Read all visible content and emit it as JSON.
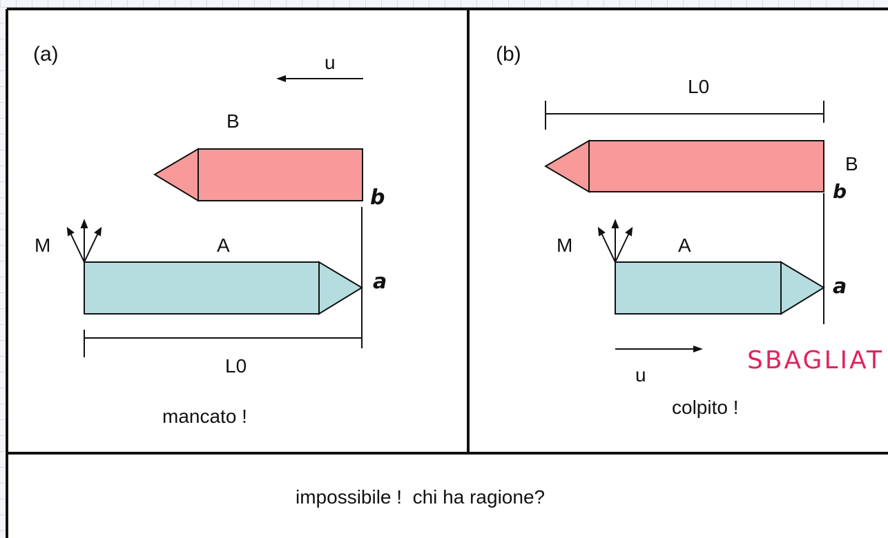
{
  "panel_a": {
    "tag": "(a)",
    "velocity_label": "u",
    "rod_b_label": "B",
    "rod_b_end": "b",
    "rod_a_label": "A",
    "rod_a_end": "a",
    "observer_label": "M",
    "length_label": "L0",
    "result": "mancato !"
  },
  "panel_b": {
    "tag": "(b)",
    "length_label": "L0",
    "rod_b_label": "B",
    "rod_b_end": "b",
    "observer_label": "M",
    "rod_a_label": "A",
    "rod_a_end": "a",
    "velocity_label": "u",
    "annotation": "SBAGLIAT",
    "result": "colpito !"
  },
  "footer": {
    "question": "impossibile !  chi ha ragione?"
  },
  "colors": {
    "rod_b_fill": "#f79a99",
    "rod_a_fill": "#b5dde0",
    "annotation": "#e0245e",
    "frame": "#111111"
  }
}
